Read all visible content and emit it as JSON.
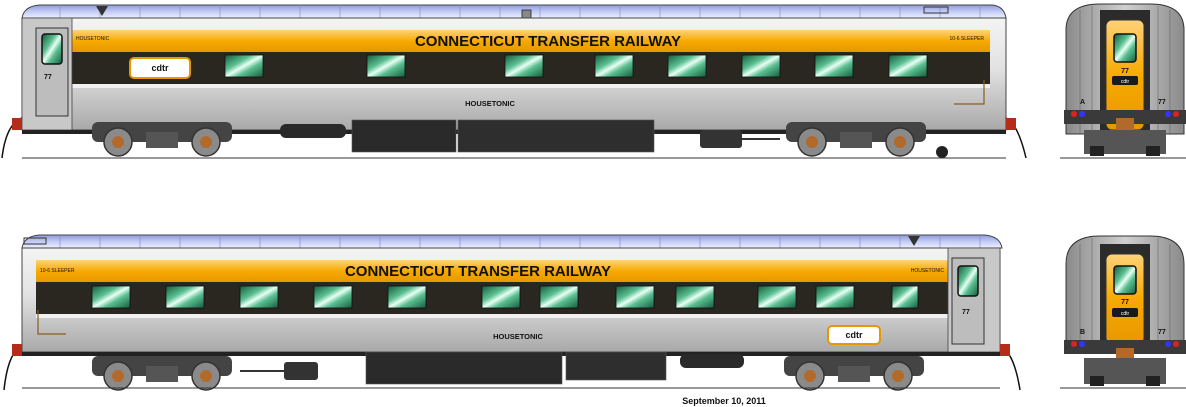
{
  "top_car": {
    "railroad_name": "CONNECTICUT TRANSFER RAILWAY",
    "car_name": "HOUSETONIC",
    "small_left": "HOUSETONIC",
    "small_right": "10-6 SLEEPER",
    "car_number": "77",
    "logo": "cdtr"
  },
  "bottom_car": {
    "railroad_name": "CONNECTICUT TRANSFER RAILWAY",
    "car_name": "HOUSETONIC",
    "small_left": "10-6 SLEEPER",
    "small_right": "HOUSETONIC",
    "car_number": "77",
    "logo": "cdtr"
  },
  "top_end_view": {
    "car_number_door": "77",
    "logo": "cdtr",
    "corner_number": "77",
    "corner_letter": "A"
  },
  "bottom_end_view": {
    "car_number_door": "77",
    "logo": "cdtr",
    "corner_number": "77",
    "corner_letter": "B"
  },
  "date": "September 10, 2011",
  "colors": {
    "roof": "#b9c3f4",
    "band_yellow": "#f8ac00",
    "window_band": "#2a2620",
    "body_silver": "#d9d9d9",
    "window_green": "#2e8f62",
    "truck_brown": "#b26a2a"
  }
}
